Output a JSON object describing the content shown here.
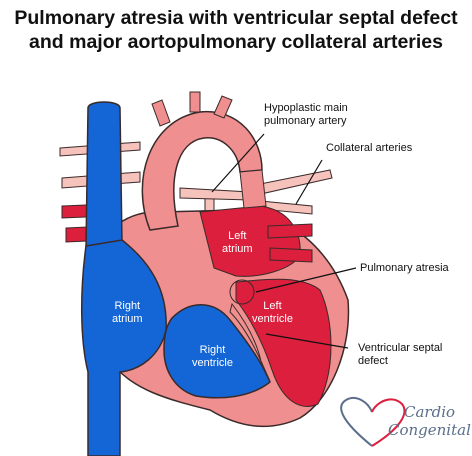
{
  "title": {
    "line1": "Pulmonary atresia with ventricular septal defect",
    "line2": "and major aortopulmonary collateral arteries"
  },
  "labels": {
    "hypoplastic_line1": "Hypoplastic main",
    "hypoplastic_line2": "pulmonary artery",
    "collateral": "Collateral arteries",
    "atresia": "Pulmonary atresia",
    "vsd_line1": "Ventricular septal",
    "vsd_line2": "defect",
    "left_atrium_line1": "Left",
    "left_atrium_line2": "atrium",
    "left_ventricle_line1": "Left",
    "left_ventricle_line2": "ventricle",
    "right_atrium_line1": "Right",
    "right_atrium_line2": "atrium",
    "right_ventricle_line1": "Right",
    "right_ventricle_line2": "ventricle"
  },
  "logo": {
    "line1": "Cardio",
    "line2": "Congenital"
  },
  "colors": {
    "venous_blue": "#1466d6",
    "arterial_red": "#dc1f3c",
    "wall_pink": "#ef8f8f",
    "outline": "#3a2a2a",
    "pale": "#f6c2bc"
  }
}
